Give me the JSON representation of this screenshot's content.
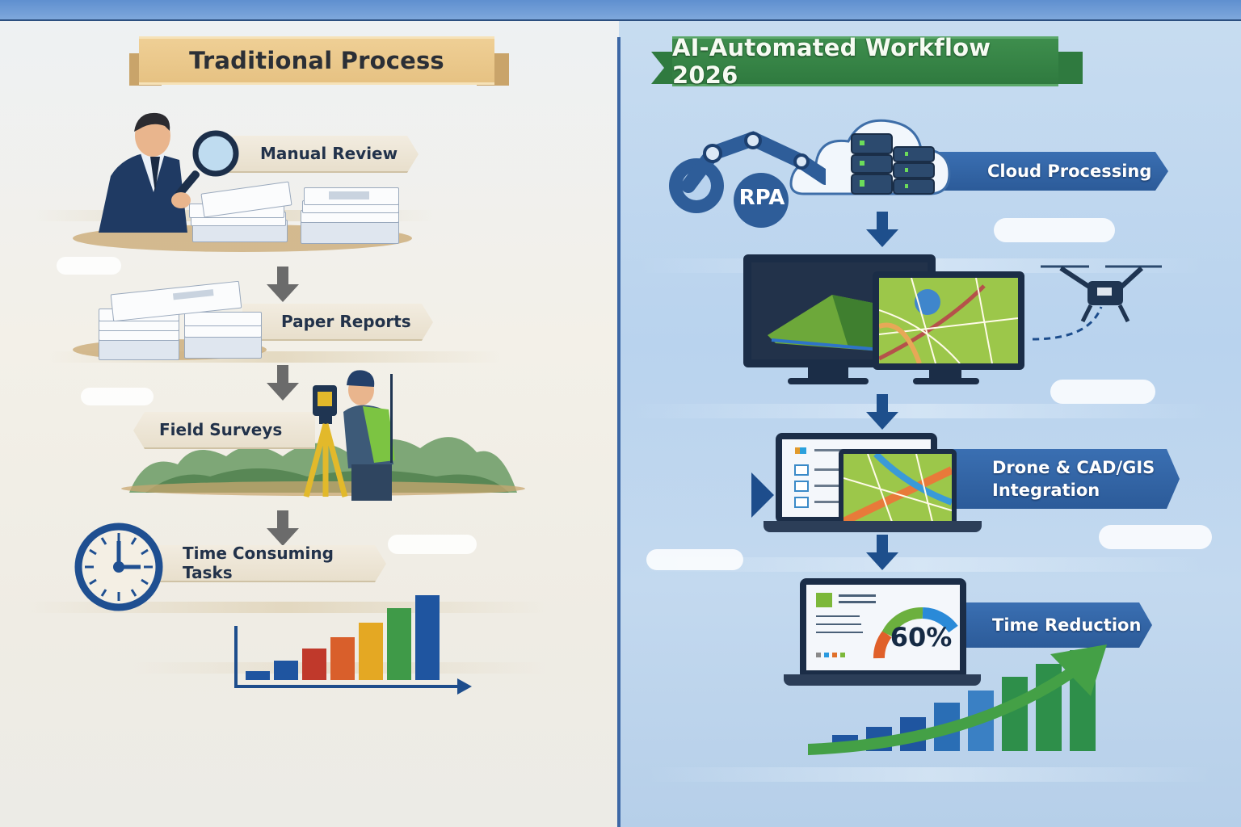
{
  "left_panel": {
    "title": "Traditional Process",
    "steps": [
      {
        "label": "Manual Review",
        "icon": "magnifier-person-icon"
      },
      {
        "label": "Paper Reports",
        "icon": "paper-stack-icon"
      },
      {
        "label": "Field Surveys",
        "icon": "surveyor-icon"
      },
      {
        "label": "Time Consuming Tasks",
        "icon": "clock-icon"
      }
    ],
    "accent_color": "#e6c283"
  },
  "right_panel": {
    "title": "AI-Automated Workflow 2026",
    "rpa_badge": "RPA",
    "steps": [
      {
        "label": "Cloud Processing",
        "icon": "cloud-database-icon"
      },
      {
        "label": "Drone & CAD/GIS Integration",
        "line1": "Drone & CAD/GIS",
        "line2": "Integration",
        "icon": "laptop-map-icon"
      },
      {
        "label": "Time Reduction",
        "icon": "gauge-icon"
      }
    ],
    "gauge_value": "60%",
    "accent_color": "#2f7a3f"
  },
  "chart_data": [
    {
      "type": "bar",
      "title": "",
      "note": "Traditional process decorative growth chart (unlabeled)",
      "categories": [
        "1",
        "2",
        "3",
        "4",
        "5",
        "6",
        "7"
      ],
      "values": [
        11,
        24,
        39,
        53,
        71,
        89,
        105
      ],
      "colors": [
        "#1f55a0",
        "#1f55a0",
        "#c0392b",
        "#d95f2b",
        "#e4a823",
        "#3f9a48",
        "#1f55a0"
      ],
      "xlabel": "",
      "ylabel": ""
    },
    {
      "type": "bar",
      "title": "",
      "note": "AI workflow decorative chart with upward trend arrow (unlabeled)",
      "categories": [
        "1",
        "2",
        "3",
        "4",
        "5",
        "6",
        "7",
        "8"
      ],
      "values": [
        20,
        30,
        42,
        60,
        75,
        92,
        108,
        125
      ],
      "colors": [
        "#1f55a0",
        "#1f55a0",
        "#1f55a0",
        "#2a6eb5",
        "#3a80c4",
        "#2e8f4a",
        "#2e8f4a",
        "#2e8f4a"
      ],
      "xlabel": "",
      "ylabel": ""
    }
  ]
}
